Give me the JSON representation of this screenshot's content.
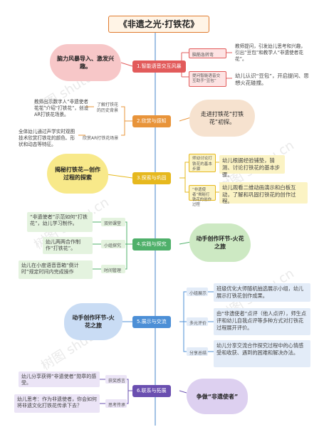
{
  "title": "《非遗之光·打铁花》",
  "watermark": "树图 shutu.cn",
  "sections": [
    {
      "id": "s1",
      "topic": "1.智能语音交互风暴",
      "color": "#e25b5b",
      "cloud": "脑力风暴导入、激发兴趣。",
      "cloud_color": "#f7c7c8",
      "subs": [
        {
          "label": "脑筋急转弯",
          "text": "教师提问，引发幼儿思考和兴趣，引出“豆包”和教学人“非遗使者花花”。"
        },
        {
          "label": "提问智能语音交互助手“豆包”",
          "text": "幼儿认识“豆包”，开启提问、思想火花碰撞。"
        }
      ]
    },
    {
      "id": "s2",
      "topic": "2.欣赏与感知",
      "color": "#e8943a",
      "cloud": "走进打铁花“打铁花”初探。",
      "cloud_color": "#f6e2cf",
      "subs": [
        {
          "label": "了解打铁花的历史背景",
          "text": "教师出示数字人“非遗使者花花”介绍“打铁花”，创设AR打铁花场景。"
        },
        {
          "label": "欣赏AR打铁花场景",
          "text": "全体幼儿通过声学实时观图技术欣赏打铁花的颜色、形状和动态等特征。"
        }
      ]
    },
    {
      "id": "s3",
      "topic": "3.探索与巩固",
      "color": "#e6b81e",
      "cloud": "揭秘打铁花—创作过程的探索",
      "cloud_color": "#f8e98a",
      "subs": [
        {
          "label": "师幼讨论打铁花的基本步骤",
          "text": "幼儿根据经验铺垫，猜测、讨论打铁花的基本步骤。"
        },
        {
          "label": "“非遗使者”揭秘打铁花的创作过程",
          "text": "幼儿观看二维动画演示和白板互动，了解和巩固打铁花的创作过程。"
        }
      ]
    },
    {
      "id": "s4",
      "topic": "4.实践与探究",
      "color": "#4fb06a",
      "cloud": "动手创作环节-火花之旅",
      "cloud_color": "#cde9c3",
      "subs": [
        {
          "label": "双师课堂",
          "text": "“非遗使者”示范如何“打铁花”，幼儿学习制作。"
        },
        {
          "label": "小组探究",
          "text": "幼儿两两合作制作“打铁花”。"
        },
        {
          "label": "时间管理",
          "text": "幼儿在小度语音音箱“倒计时”规定时间内完成操作"
        }
      ]
    },
    {
      "id": "s5",
      "topic": "5.展示与交流",
      "color": "#4c8fd6",
      "cloud": "动手创作环节-火花之旅",
      "cloud_color": "#c9dcf4",
      "subs": [
        {
          "label": "小组展示",
          "text": "班级优化大师随机抽选展示小组，幼儿展示打铁花创作成果。"
        },
        {
          "label": "多元评价",
          "text": "由“非遗使者”点评（他人点评），师生点评和幼儿自我点评等多种方式对打铁花过程展开评价。"
        },
        {
          "label": "分享总结",
          "text": "幼儿分享交流合作探究过程中的心情感受和收获、遇到的困难和解决办法。"
        }
      ]
    },
    {
      "id": "s6",
      "topic": "6.联系与拓展",
      "color": "#6a4fb0",
      "cloud": "争做“非遗使者”",
      "cloud_color": "#ddd0f0",
      "subs": [
        {
          "label": "获奖感言",
          "text": "幼儿分享获得“非遗使者”勋章的感受。"
        },
        {
          "label": "思考传承",
          "text": "幼儿思考：作为非遗使者，你会如何将非遗文化打铁花传承下去？"
        }
      ]
    }
  ]
}
